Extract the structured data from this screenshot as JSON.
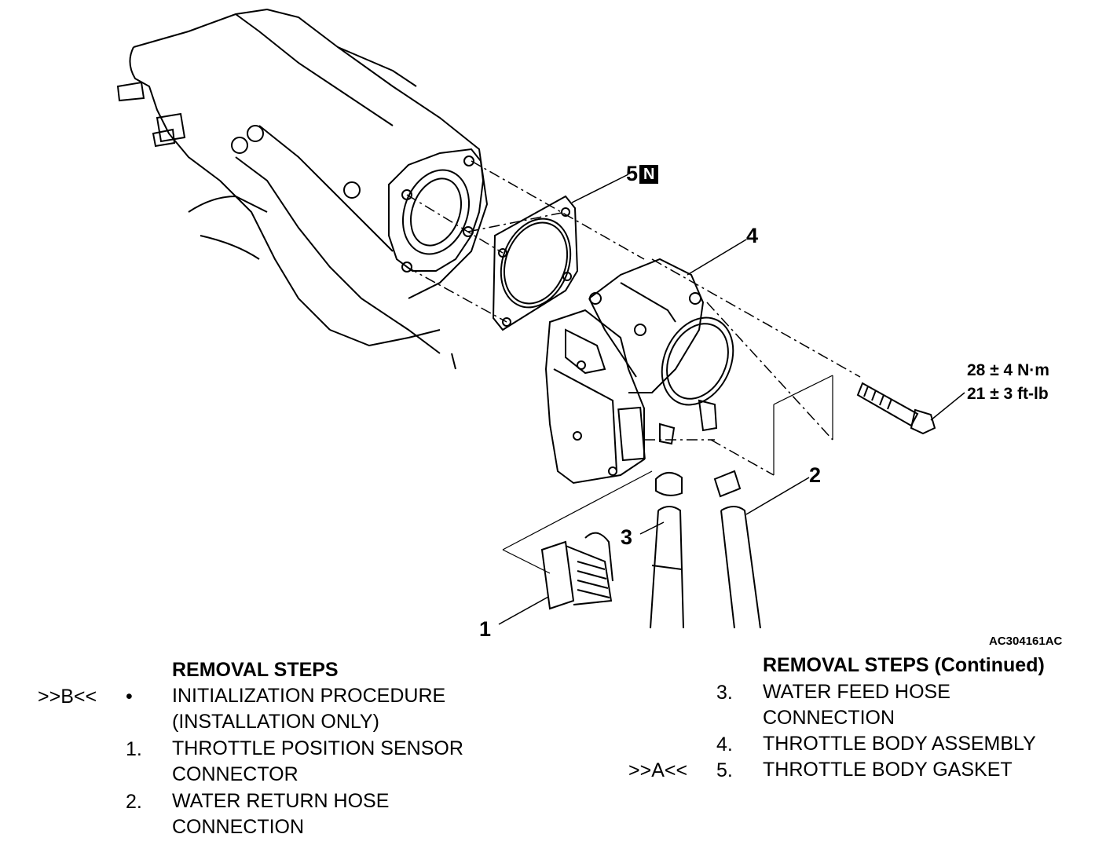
{
  "callouts": {
    "c1": "1",
    "c2": "2",
    "c3": "3",
    "c4": "4",
    "c5": "5",
    "c5_tag": "N"
  },
  "torque": {
    "nm": "28 ± 4 N·m",
    "ftlb": "21 ± 3 ft-lb"
  },
  "figure_id": "AC304161AC",
  "steps_left": {
    "heading": "REMOVAL STEPS",
    "items": [
      {
        "ref": ">>B<<",
        "num": "•",
        "text": "INITIALIZATION PROCEDURE\n(INSTALLATION ONLY)"
      },
      {
        "ref": "",
        "num": "1.",
        "text": "THROTTLE POSITION SENSOR\nCONNECTOR"
      },
      {
        "ref": "",
        "num": "2.",
        "text": "WATER RETURN HOSE\nCONNECTION"
      }
    ]
  },
  "steps_right": {
    "heading": "REMOVAL STEPS (Continued)",
    "items": [
      {
        "ref": "",
        "num": "3.",
        "text": "WATER FEED HOSE\nCONNECTION"
      },
      {
        "ref": "",
        "num": "4.",
        "text": "THROTTLE BODY ASSEMBLY"
      },
      {
        "ref": ">>A<<",
        "num": "5.",
        "text": "THROTTLE BODY GASKET"
      }
    ]
  }
}
